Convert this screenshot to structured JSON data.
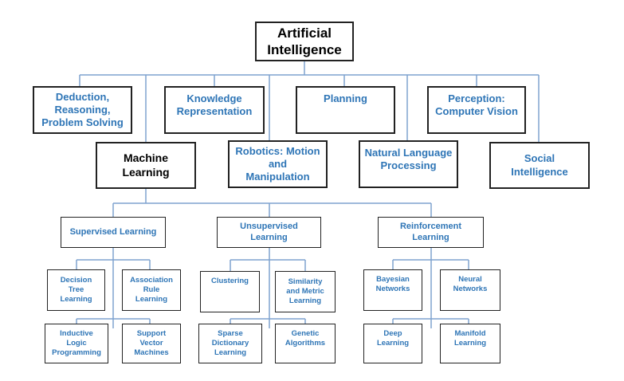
{
  "root": "Artificial\nIntelligence",
  "branches": {
    "deduction": "Deduction,\nReasoning,\nProblem Solving",
    "knowledge": "Knowledge\nRepresentation",
    "planning": "Planning",
    "perception": "Perception:\nComputer Vision",
    "machine_learning": "Machine\nLearning",
    "robotics": "Robotics: Motion\nand\nManipulation",
    "nlp": "Natural Language\nProcessing",
    "social": "Social\nIntelligence"
  },
  "learning_types": {
    "supervised": "Supervised Learning",
    "unsupervised": "Unsupervised\nLearning",
    "reinforcement": "Reinforcement\nLearning"
  },
  "methods": {
    "decision_tree": "Decision\nTree\nLearning",
    "association_rule": "Association\nRule\nLearning",
    "inductive_logic": "Inductive\nLogic\nProgramming",
    "support_vector": "Support\nVector\nMachines",
    "clustering": "Clustering",
    "similarity_metric": "Similarity\nand Metric\nLearning",
    "sparse_dictionary": "Sparse\nDictionary\nLearning",
    "genetic_algorithms": "Genetic\nAlgorithms",
    "bayesian_networks": "Bayesian\nNetworks",
    "neural_networks": "Neural\nNetworks",
    "deep_learning": "Deep\nLearning",
    "manifold_learning": "Manifold\nLearning"
  },
  "colors": {
    "connector": "#7fa2cf",
    "label_blue": "#2e75b6",
    "label_black": "#000000",
    "border": "#222222"
  }
}
